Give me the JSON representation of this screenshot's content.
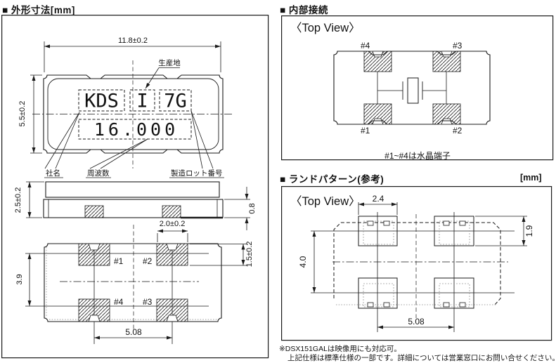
{
  "outline_section": {
    "title": "■ 外形寸法[mm]",
    "top_view": {
      "dim_width": "11.8±0.2",
      "dim_height": "5.5±0.2",
      "marking_company": "KDS",
      "marking_origin": "I",
      "marking_lot": "7G",
      "marking_frequency": "16.000",
      "label_origin": "生産地",
      "label_company": "社名",
      "label_frequency": "周波数",
      "label_lot": "製造ロット番号"
    },
    "side_view": {
      "dim_height": "2.5±0.2",
      "dim_terminal": "0.8"
    },
    "bottom_view": {
      "dim_pad_width": "2.0±0.2",
      "dim_pad_height": "1.5±0.2",
      "dim_row_pitch": "3.9",
      "dim_col_pitch": "5.08",
      "pad1": "#1",
      "pad2": "#2",
      "pad3": "#3",
      "pad4": "#4"
    }
  },
  "connection_section": {
    "title": "■ 内部接続",
    "view_label": "〈Top View〉",
    "pad_top_left": "#4",
    "pad_top_right": "#3",
    "pad_bottom_left": "#1",
    "pad_bottom_right": "#2",
    "note": "#1~#4は水晶端子"
  },
  "land_section": {
    "title": "■ ランドパターン(参考)",
    "unit": "[mm]",
    "view_label": "〈Top View〉",
    "dim_pad_width": "2.4",
    "dim_pad_height": "1.9",
    "dim_row_pitch": "4.0",
    "dim_col_pitch": "5.08"
  },
  "footnotes": {
    "line1": "※DSX151GALは映像用にも対応可。",
    "line2": "上記仕様は標準仕様の一部です。詳細については営業窓口にお問い合せください。"
  }
}
